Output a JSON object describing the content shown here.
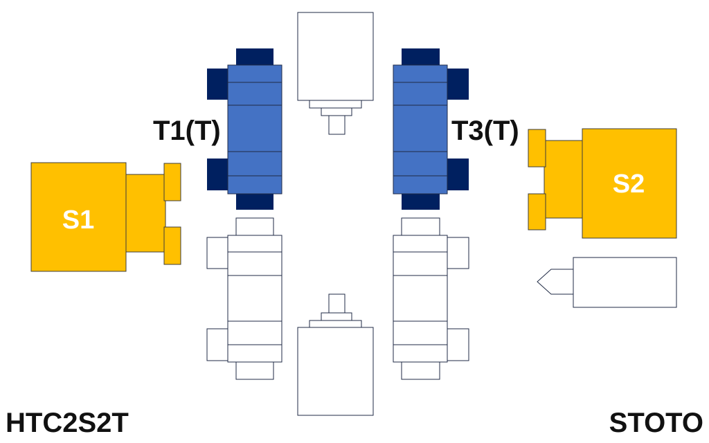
{
  "labels": {
    "spindle_1": "S1",
    "spindle_2": "S2",
    "turret_1": "T1(T)",
    "turret_3": "T3(T)",
    "machine_config": "HTC2S2T",
    "mode": "STOTO"
  },
  "colors": {
    "spindle_fill": "#FFC000",
    "spindle_stroke": "#3D3D3D",
    "turret_fill": "#4472C4",
    "turret_dark": "#002060",
    "outline": "#1F2A44",
    "text_dark": "#111111",
    "text_light": "#FFFFFF"
  }
}
